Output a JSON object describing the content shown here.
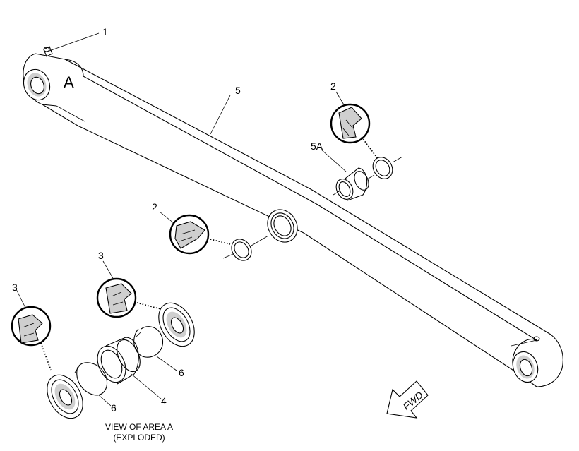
{
  "diagram": {
    "callouts": {
      "pin": "1",
      "seal_upper": "2",
      "seal_middle": "2",
      "seal_left_upper": "3",
      "seal_left_lower": "3",
      "bearing": "4",
      "link_body": "5",
      "sleeve": "5A",
      "ring_right": "6",
      "ring_left": "6"
    },
    "area_label": "A",
    "view_caption_line1": "VIEW OF AREA  A",
    "view_caption_line2": "(EXPLODED)",
    "fwd_label": "FWD"
  }
}
